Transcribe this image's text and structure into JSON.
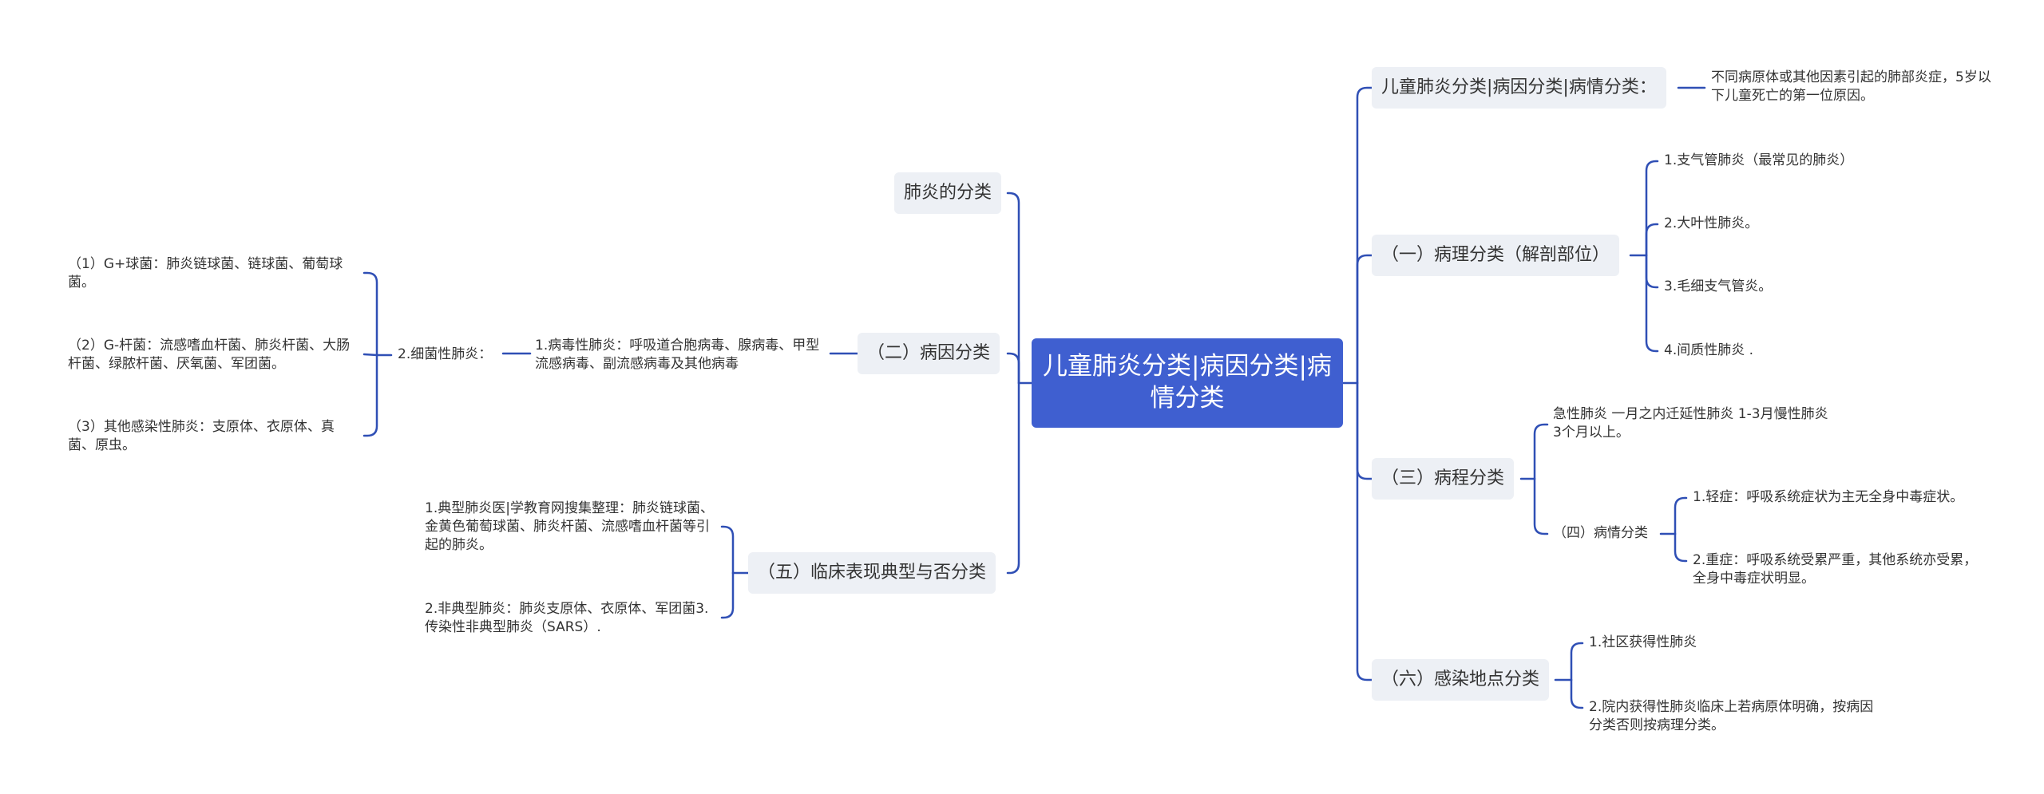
{
  "root": {
    "title": "儿童肺炎分类|病因分类|病情分类"
  },
  "left": {
    "lungClass": {
      "label": "肺炎的分类"
    },
    "cause": {
      "label": "（二）病因分类",
      "viral": "1.病毒性肺炎：呼吸道合胞病毒、腺病毒、甲型流感病毒、副流感病毒及其他病毒",
      "bacterial": {
        "label": "2.细菌性肺炎：",
        "items": [
          "（1）G+球菌：肺炎链球菌、链球菌、葡萄球菌。",
          "（2）G-杆菌：流感嗜血杆菌、肺炎杆菌、大肠杆菌、绿脓杆菌、厌氧菌、军团菌。",
          "（3）其他感染性肺炎：支原体、衣原体、真菌、原虫。"
        ]
      }
    },
    "clinical": {
      "label": "（五）临床表现典型与否分类",
      "items": [
        "1.典型肺炎医|学教育网搜集整理：肺炎链球菌、金黄色葡萄球菌、肺炎杆菌、流感嗜血杆菌等引起的肺炎。",
        "2.非典型肺炎：肺炎支原体、衣原体、军团菌3.传染性非典型肺炎（SARS）."
      ]
    }
  },
  "right": {
    "definition": {
      "label": "儿童肺炎分类|病因分类|病情分类：",
      "text": "不同病原体或其他因素引起的肺部炎症，5岁以下儿童死亡的第一位原因。"
    },
    "pathology": {
      "label": "（一）病理分类（解剖部位）",
      "items": [
        "1.支气管肺炎（最常见的肺炎）",
        "2.大叶性肺炎。",
        "3.毛细支气管炎。",
        "4.间质性肺炎 ."
      ]
    },
    "course": {
      "label": "（三）病程分类",
      "text": "急性肺炎 一月之内迁延性肺炎 1-3月慢性肺炎 3个月以上。",
      "severity": {
        "label": "（四）病情分类",
        "items": [
          "1.轻症：呼吸系统症状为主无全身中毒症状。",
          "2.重症：呼吸系统受累严重，其他系统亦受累，全身中毒症状明显。"
        ]
      }
    },
    "location": {
      "label": "（六）感染地点分类",
      "items": [
        "1.社区获得性肺炎",
        "2.院内获得性肺炎临床上若病原体明确，按病因分类否则按病理分类。"
      ]
    }
  },
  "colors": {
    "root": "#3f5fd0",
    "branchFill": "#edf0f5",
    "line": "#2f4fb5",
    "text": "#333333"
  }
}
